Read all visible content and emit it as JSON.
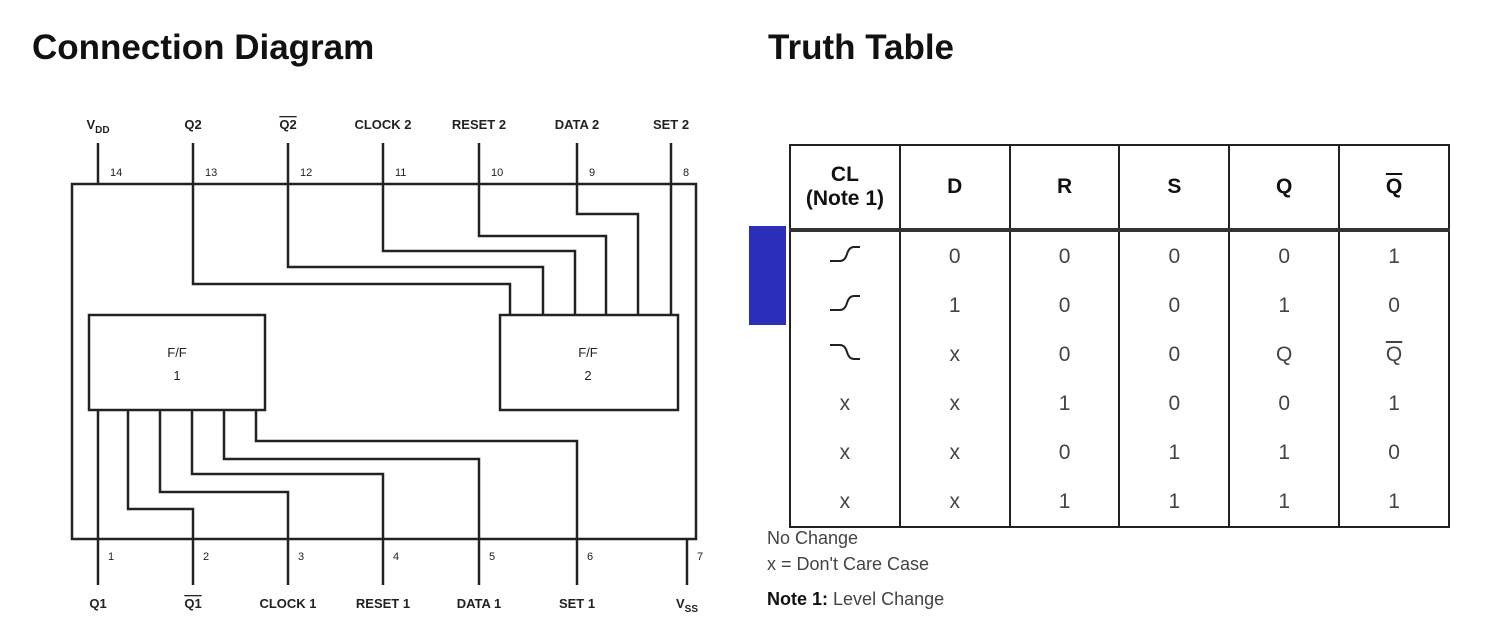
{
  "connection_diagram": {
    "title": "Connection Diagram",
    "top_pins": [
      {
        "name": "V",
        "sub": "DD",
        "num": "14"
      },
      {
        "name": "Q2",
        "num": "13"
      },
      {
        "name": "Q2",
        "overbar": true,
        "num": "12"
      },
      {
        "name": "CLOCK 2",
        "num": "11"
      },
      {
        "name": "RESET 2",
        "num": "10"
      },
      {
        "name": "DATA 2",
        "num": "9"
      },
      {
        "name": "SET 2",
        "num": "8"
      }
    ],
    "bottom_pins": [
      {
        "name": "Q1",
        "num": "1"
      },
      {
        "name": "Q1",
        "overbar": true,
        "num": "2"
      },
      {
        "name": "CLOCK 1",
        "num": "3"
      },
      {
        "name": "RESET 1",
        "num": "4"
      },
      {
        "name": "DATA 1",
        "num": "5"
      },
      {
        "name": "SET 1",
        "num": "6"
      },
      {
        "name": "V",
        "sub": "SS",
        "num": "7"
      }
    ],
    "flip_flops": [
      {
        "line1": "F/F",
        "line2": "1"
      },
      {
        "line1": "F/F",
        "line2": "2"
      }
    ]
  },
  "truth_table": {
    "title": "Truth Table",
    "headers": [
      "CL",
      "D",
      "R",
      "S",
      "Q",
      "Q"
    ],
    "cl_note": "(Note 1)",
    "rows": [
      [
        "rising",
        "0",
        "0",
        "0",
        "0",
        "1"
      ],
      [
        "rising",
        "1",
        "0",
        "0",
        "1",
        "0"
      ],
      [
        "falling",
        "x",
        "0",
        "0",
        "Q",
        "Q"
      ],
      [
        "x",
        "x",
        "1",
        "0",
        "0",
        "1"
      ],
      [
        "x",
        "x",
        "0",
        "1",
        "1",
        "0"
      ],
      [
        "x",
        "x",
        "1",
        "1",
        "1",
        "1"
      ]
    ],
    "notes": {
      "no_change": "No Change",
      "dont_care": "x = Don't Care Case",
      "note1_label": "Note 1:",
      "note1_text": "Level Change"
    }
  },
  "colors": {
    "marker": "#2a2eb8",
    "line": "#222222"
  }
}
